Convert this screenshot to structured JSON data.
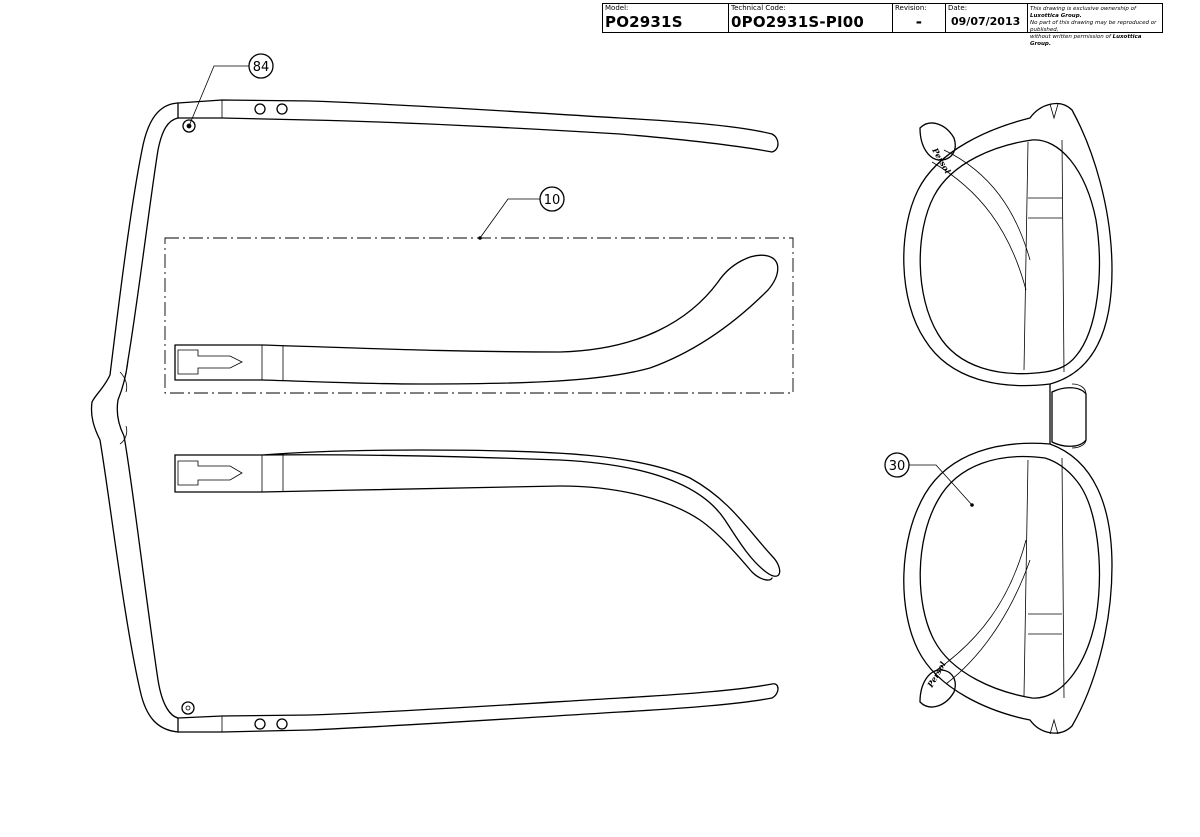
{
  "title_block": {
    "model_label": "Model:",
    "model_value": "PO2931S",
    "technical_code_label": "Technical Code:",
    "technical_code_value": "0PO2931S-PI00",
    "revision_label": "Revision:",
    "revision_value": "-",
    "date_label": "Date:",
    "date_value": "09/07/2013",
    "notice_line1": "This drawing is exclusive ownership of",
    "notice_company1": "Luxottica Group.",
    "notice_line2": "No part of this drawing may be reproduced or published,",
    "notice_line3": "without written permission of",
    "notice_company2": "Luxottica Group."
  },
  "callouts": {
    "hinge_screw": "84",
    "temple_detail": "10",
    "lens": "30"
  },
  "brand_marks": {
    "upper": "Persol",
    "lower": "Persol"
  }
}
